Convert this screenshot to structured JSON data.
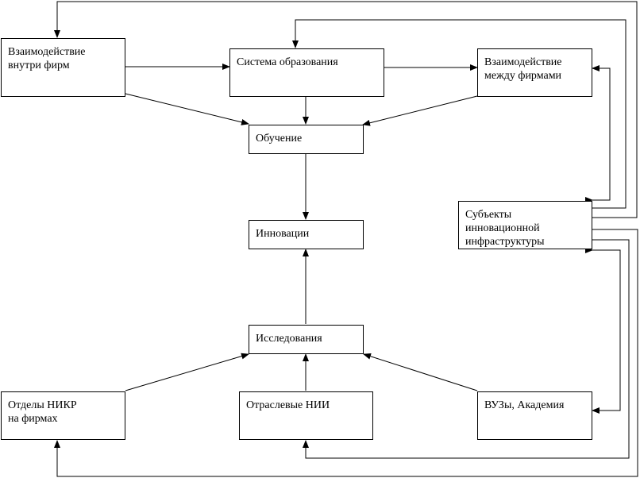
{
  "nodes": {
    "internal_interaction": {
      "line1": "Взаимодействие",
      "line2": "внутри фирм"
    },
    "education_system": {
      "line1": "Система образования"
    },
    "interfirm_interaction": {
      "line1": "Взаимодействие",
      "line2": "между фирмами"
    },
    "learning": {
      "line1": "Обучение"
    },
    "innovation": {
      "line1": "Инновации"
    },
    "infrastructure": {
      "line1": "Субъекты",
      "line2": "инновационной",
      "line3": "инфраструктуры"
    },
    "research": {
      "line1": "Исследования"
    },
    "firm_rnd": {
      "line1": "Отделы НИКР",
      "line2": "на фирмах"
    },
    "industry_institutes": {
      "line1": "Отраслевые НИИ"
    },
    "universities": {
      "line1": "ВУЗы, Академия"
    }
  },
  "colors": {
    "line": "#000000",
    "box_border": "#000000",
    "background": "#ffffff"
  }
}
